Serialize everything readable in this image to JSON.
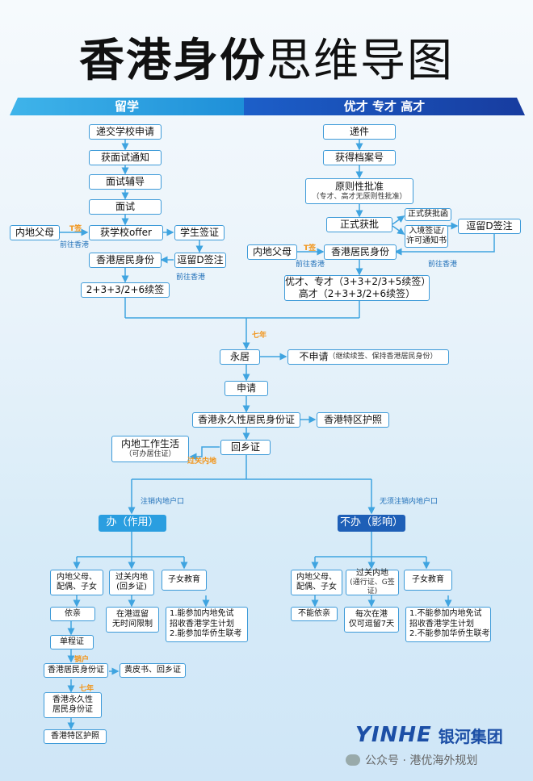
{
  "title": {
    "part1": "香港身份",
    "part2": "思维导图"
  },
  "banners": {
    "left": "留学",
    "right": "优才 专才 高才"
  },
  "left": {
    "submit": "递交学校申请",
    "notice": "获面试通知",
    "coach": "面试辅导",
    "interview": "面试",
    "offer": "获学校offer",
    "visa": "学生签证",
    "parents": "内地父母",
    "t_visa": "T签",
    "to_hk": "前往香港",
    "hkid": "香港居民身份",
    "d_visa": "逗留D签注",
    "to_hk2": "前往香港",
    "renew": "2+3+3/2+6续签"
  },
  "right": {
    "submit": "递件",
    "file": "获得档案号",
    "approve": "原则性批准",
    "approve_sub": "（专才、高才无原则性批准）",
    "formal": "正式获批",
    "formal_letter": "正式获批函",
    "entry_visa": "入境签证/",
    "entry_visa2": "许可通知书",
    "d_visa": "逗留D签注",
    "parents": "内地父母",
    "t_visa": "T签",
    "to_hk": "前往香港",
    "hkid": "香港居民身份",
    "to_hk2": "前往香港",
    "renew1": "优才、专才（3+3+2/3+5续签）",
    "renew2": "高才（2+3+3/2+6续签）"
  },
  "center": {
    "seven_years": "七年",
    "pr": "永居",
    "no_apply": "不申请",
    "no_apply_sub": "（继续续签、保持香港居民身份）",
    "apply": "申请",
    "pr_id": "香港永久性居民身份证",
    "passport": "香港特区护照",
    "work": "内地工作生活",
    "work_sub": "（可办居住证）",
    "via": "过关内地",
    "hrp": "回乡证",
    "cancel": "注销内地户口",
    "no_cancel": "无须注销内地户口",
    "do": "办（作用）",
    "not_do": "不办（影响）"
  },
  "do": {
    "parents": "内地父母、",
    "parents2": "配偶、子女",
    "cross": "过关内地",
    "cross2": "(回乡证)",
    "kids": "子女教育",
    "join": "依亲",
    "stay": "在港逗留",
    "stay2": "无时间限制",
    "edu1": "1.能参加内地免试",
    "edu2": "招收香港学生计划",
    "edu3": "2.能参加华侨生联考",
    "permit": "单程证",
    "cancel": "销户",
    "hkid": "香港居民身份证",
    "yellow": "黄皮书、回乡证",
    "seven": "七年",
    "pr1": "香港永久性",
    "pr2": "居民身份证",
    "passport": "香港特区护照"
  },
  "notdo": {
    "parents": "内地父母、",
    "parents2": "配偶、子女",
    "cross": "过关内地",
    "cross2": "(通行证、G签证)",
    "kids": "子女教育",
    "no_join": "不能依亲",
    "stay": "每次在港",
    "stay2": "仅可逗留7天",
    "edu1": "1.不能参加内地免试",
    "edu2": "招收香港学生计划",
    "edu3": "2.不能参加华侨生联考"
  },
  "logo": {
    "brand": "YINHE",
    "name": "银河集团"
  },
  "footer": {
    "wechat": "公众号 · 港优海外规划"
  },
  "colors": {
    "line": "#3d9ad8",
    "arrow": "#3fa4e0",
    "dark_blue": "#1e5fb7",
    "orange": "#f29418"
  }
}
